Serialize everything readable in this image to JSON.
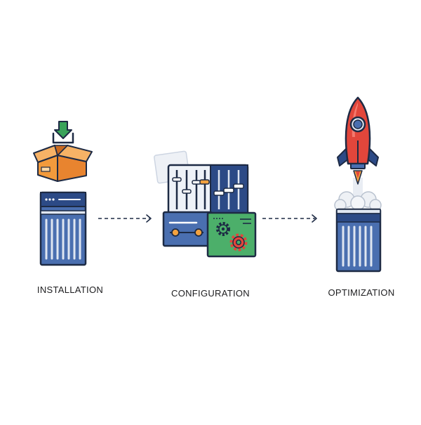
{
  "steps": [
    {
      "label": "INSTALLATION",
      "icon": "box-download-server-icon"
    },
    {
      "label": "CONFIGURATION",
      "icon": "control-panel-settings-icon"
    },
    {
      "label": "OPTIMIZATION",
      "icon": "rocket-launch-server-icon"
    }
  ],
  "colors": {
    "outline": "#1d2a44",
    "server_blue": "#4a6fb0",
    "server_dark": "#2c4a86",
    "server_light": "#dfe6f1",
    "box_orange": "#f29a3c",
    "box_dark": "#d9782a",
    "arrow_green": "#39a35a",
    "panel_green": "#4caf6a",
    "gear_red": "#e2463b",
    "rocket_red": "#e2463b",
    "slider_orange": "#f3a23f"
  }
}
